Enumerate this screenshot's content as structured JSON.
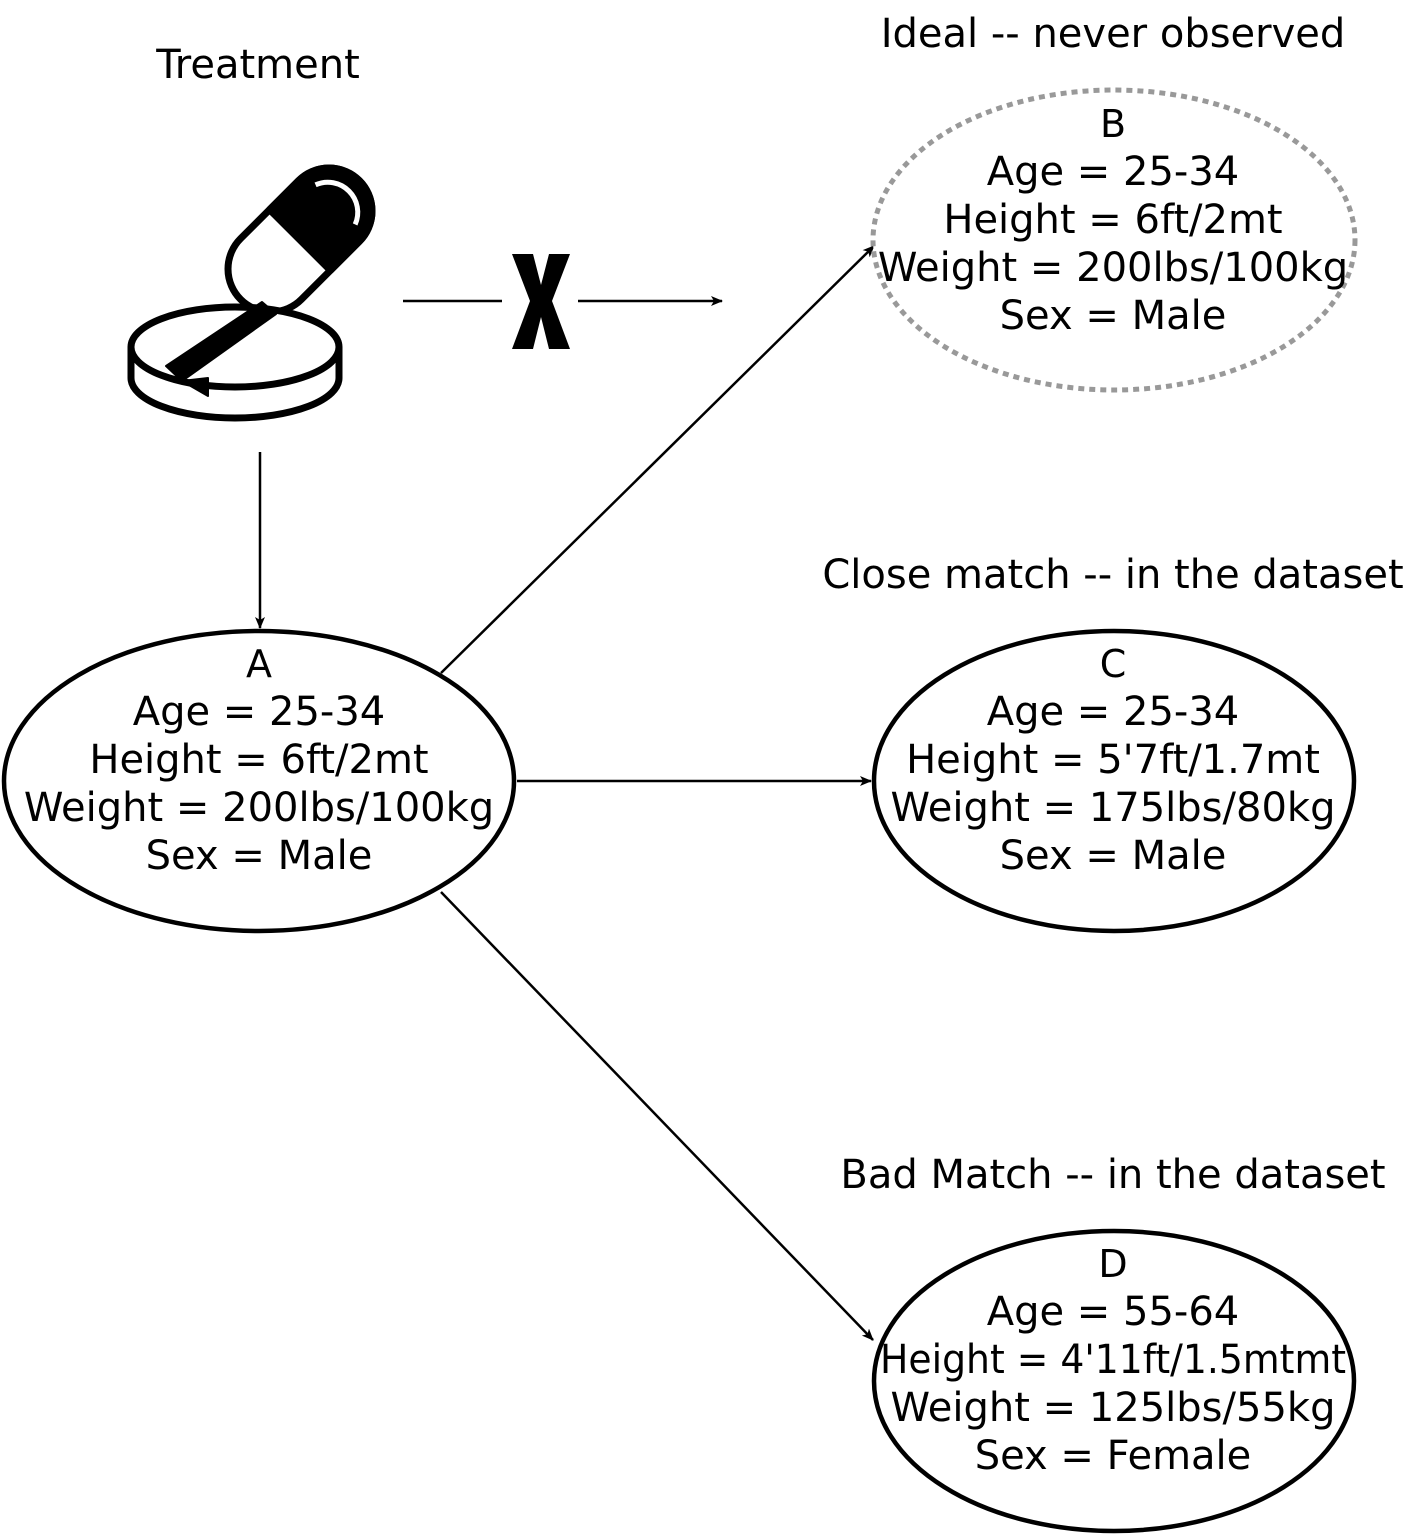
{
  "treatment": {
    "label": "Treatment"
  },
  "nodes": {
    "a": {
      "id": "A",
      "lines": [
        "Age = 25-34",
        "Height = 6ft/2mt",
        "Weight = 200lbs/100kg",
        "Sex = Male"
      ]
    },
    "b": {
      "caption": "Ideal -- never observed",
      "id": "B",
      "lines": [
        "Age = 25-34",
        "Height = 6ft/2mt",
        "Weight = 200lbs/100kg",
        "Sex = Male"
      ]
    },
    "c": {
      "caption": "Close match -- in the dataset",
      "id": "C",
      "lines": [
        "Age = 25-34",
        "Height = 5'7ft/1.7mt",
        "Weight = 175lbs/80kg",
        "Sex = Male"
      ]
    },
    "d": {
      "caption": "Bad Match -- in the dataset",
      "id": "D",
      "lines": [
        "Age = 55-64",
        "Height = 4'11ft/1.5mtmt",
        "Weight = 125lbs/55kg",
        "Sex = Female"
      ]
    }
  },
  "blocked_marker": "X"
}
